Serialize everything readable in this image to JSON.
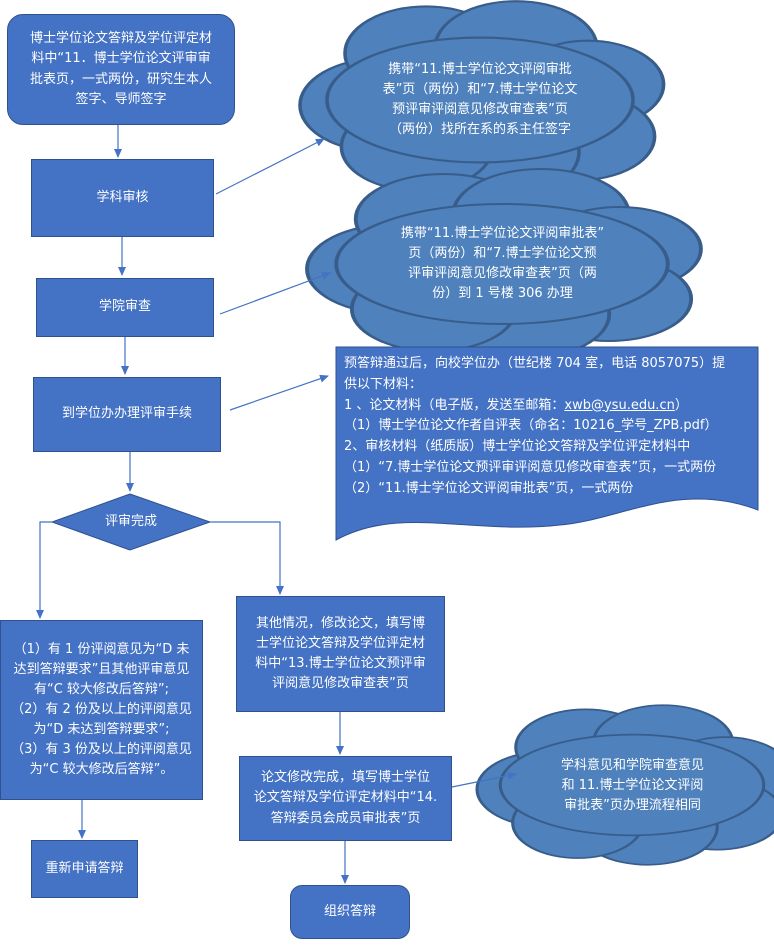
{
  "nodes": {
    "start": [
      "博士学位论文答辩及学位评定材",
      "料中“11．博士学位论文评审审",
      "批表页，一式两份，研究生本人",
      "签字、导师签字"
    ],
    "subject_review": "学科审核",
    "college_review": "学院审查",
    "office_procedure": "到学位办办理评审手续",
    "review_done": "评审完成",
    "left_conditions": [
      "（1）有 1 份评阅意见为“D 未",
      "达到答辩要求”且其他评审意见",
      "有“C 较大修改后答辩”;",
      "（2）有 2 份及以上的评阅意见",
      "为“D 未达到答辩要求”;",
      "（3）有 3 份及以上的评阅意见",
      "为“C 较大修改后答辩”。"
    ],
    "reapply": "重新申请答辩",
    "other_cases": [
      "其他情况，修改论文，填写博",
      "士学位论文答辩及学位评定材",
      "料中“13.博士学位论文预评审",
      "评阅意见修改审查表”页"
    ],
    "revision_done": [
      "论文修改完成，填写博士学位",
      "论文答辩及学位评定材料中“14.",
      "答辩委员会成员审批表”页"
    ],
    "organize_defense": "组织答辩"
  },
  "clouds": {
    "cloud1": [
      "携带“11.博士学位论文评阅审批",
      "表”页（两份）和“7.博士学位论文",
      "预评审评阅意见修改审查表”页",
      "（两份）找所在系的系主任签字"
    ],
    "cloud2": [
      "携带“11.博士学位论文评阅审批表”",
      "页（两份）和“7.博士学位论文预",
      "评审评阅意见修改审查表”页（两",
      "份）到 1 号楼 306 办理"
    ],
    "cloud3": [
      "学科意见和学院审查意见",
      "和 11.博士学位论文评阅",
      "审批表”页办理流程相同"
    ]
  },
  "note": {
    "line1": "预答辩通过后，向校学位办（世纪楼 704 室，电话 8057075）提",
    "line2": "供以下材料：",
    "line3_prefix": "1 、论文材料（电子版，发送至邮箱：",
    "email": "xwb@ysu.edu.cn",
    "line3_suffix": "）",
    "line4": "（1）博士学位论文作者自评表（命名：10216_学号_ZPB.pdf）",
    "line5": "2、审核材料（纸质版）博士学位论文答辩及学位评定材料中",
    "line6": "（1）“7.博士学位论文预评审评阅意见修改审查表”页，一式两份",
    "line7": "（2）“11.博士学位论文评阅审批表”页，一式两份"
  },
  "colors": {
    "fill": "#4472c4",
    "stroke": "#2f528f",
    "arrow": "#4472c4",
    "text": "#ffffff"
  }
}
